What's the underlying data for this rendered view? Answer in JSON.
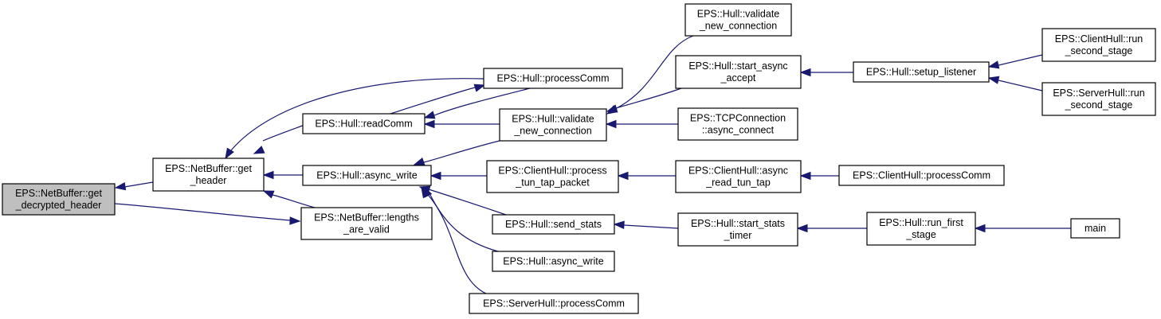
{
  "title": "Caller graph for EPS::NetBuffer::get_decrypted_header",
  "colors": {
    "edge": "#191970",
    "root_fill": "#bfbfbf",
    "node_fill": "#ffffff",
    "node_border": "#000000"
  },
  "nodes": [
    {
      "id": "n0",
      "lines": [
        "EPS::NetBuffer::get",
        "_decrypted_header"
      ],
      "root": true
    },
    {
      "id": "n1",
      "lines": [
        "EPS::NetBuffer::get",
        "_header"
      ]
    },
    {
      "id": "n2",
      "lines": [
        "EPS::Hull::readComm"
      ]
    },
    {
      "id": "n3",
      "lines": [
        "EPS::Hull::async_write"
      ]
    },
    {
      "id": "n4",
      "lines": [
        "EPS::NetBuffer::lengths",
        "_are_valid"
      ]
    },
    {
      "id": "n5",
      "lines": [
        "EPS::Hull::processComm"
      ]
    },
    {
      "id": "n6",
      "lines": [
        "EPS::Hull::validate",
        "_new_connection"
      ]
    },
    {
      "id": "n7",
      "lines": [
        "EPS::ClientHull::process",
        "_tun_tap_packet"
      ]
    },
    {
      "id": "n8",
      "lines": [
        "EPS::Hull::send_stats"
      ]
    },
    {
      "id": "n9",
      "lines": [
        "EPS::Hull::async_write"
      ]
    },
    {
      "id": "n10",
      "lines": [
        "EPS::ServerHull::processComm"
      ]
    },
    {
      "id": "n11",
      "lines": [
        "EPS::Hull::validate",
        "_new_connection"
      ]
    },
    {
      "id": "n12",
      "lines": [
        "EPS::Hull::start_async",
        "_accept"
      ]
    },
    {
      "id": "n13",
      "lines": [
        "EPS::TCPConnection",
        "::async_connect"
      ]
    },
    {
      "id": "n14",
      "lines": [
        "EPS::ClientHull::async",
        "_read_tun_tap"
      ]
    },
    {
      "id": "n15",
      "lines": [
        "EPS::Hull::start_stats",
        "_timer"
      ]
    },
    {
      "id": "n16",
      "lines": [
        "EPS::Hull::setup_listener"
      ]
    },
    {
      "id": "n17",
      "lines": [
        "EPS::ClientHull::processComm"
      ]
    },
    {
      "id": "n18",
      "lines": [
        "EPS::Hull::run_first",
        "_stage"
      ]
    },
    {
      "id": "n19",
      "lines": [
        "EPS::ClientHull::run",
        "_second_stage"
      ]
    },
    {
      "id": "n20",
      "lines": [
        "EPS::ServerHull::run",
        "_second_stage"
      ]
    },
    {
      "id": "n21",
      "lines": [
        "main"
      ]
    }
  ],
  "edges": [
    {
      "from": "n1",
      "to": "n0"
    },
    {
      "from": "n4",
      "to": "n0"
    },
    {
      "from": "n2",
      "to": "n1"
    },
    {
      "from": "n3",
      "to": "n1"
    },
    {
      "from": "n4",
      "to": "n1"
    },
    {
      "from": "n5",
      "to": "n1"
    },
    {
      "from": "n5",
      "to": "n2"
    },
    {
      "from": "n2",
      "to": "n5"
    },
    {
      "from": "n6",
      "to": "n2"
    },
    {
      "from": "n6",
      "to": "n3"
    },
    {
      "from": "n7",
      "to": "n3"
    },
    {
      "from": "n8",
      "to": "n3"
    },
    {
      "from": "n9",
      "to": "n3"
    },
    {
      "from": "n10",
      "to": "n3"
    },
    {
      "from": "n11",
      "to": "n6"
    },
    {
      "from": "n12",
      "to": "n6"
    },
    {
      "from": "n13",
      "to": "n6"
    },
    {
      "from": "n14",
      "to": "n7"
    },
    {
      "from": "n15",
      "to": "n8"
    },
    {
      "from": "n16",
      "to": "n12"
    },
    {
      "from": "n17",
      "to": "n14"
    },
    {
      "from": "n18",
      "to": "n15"
    },
    {
      "from": "n19",
      "to": "n16"
    },
    {
      "from": "n20",
      "to": "n16"
    },
    {
      "from": "n21",
      "to": "n18"
    }
  ]
}
